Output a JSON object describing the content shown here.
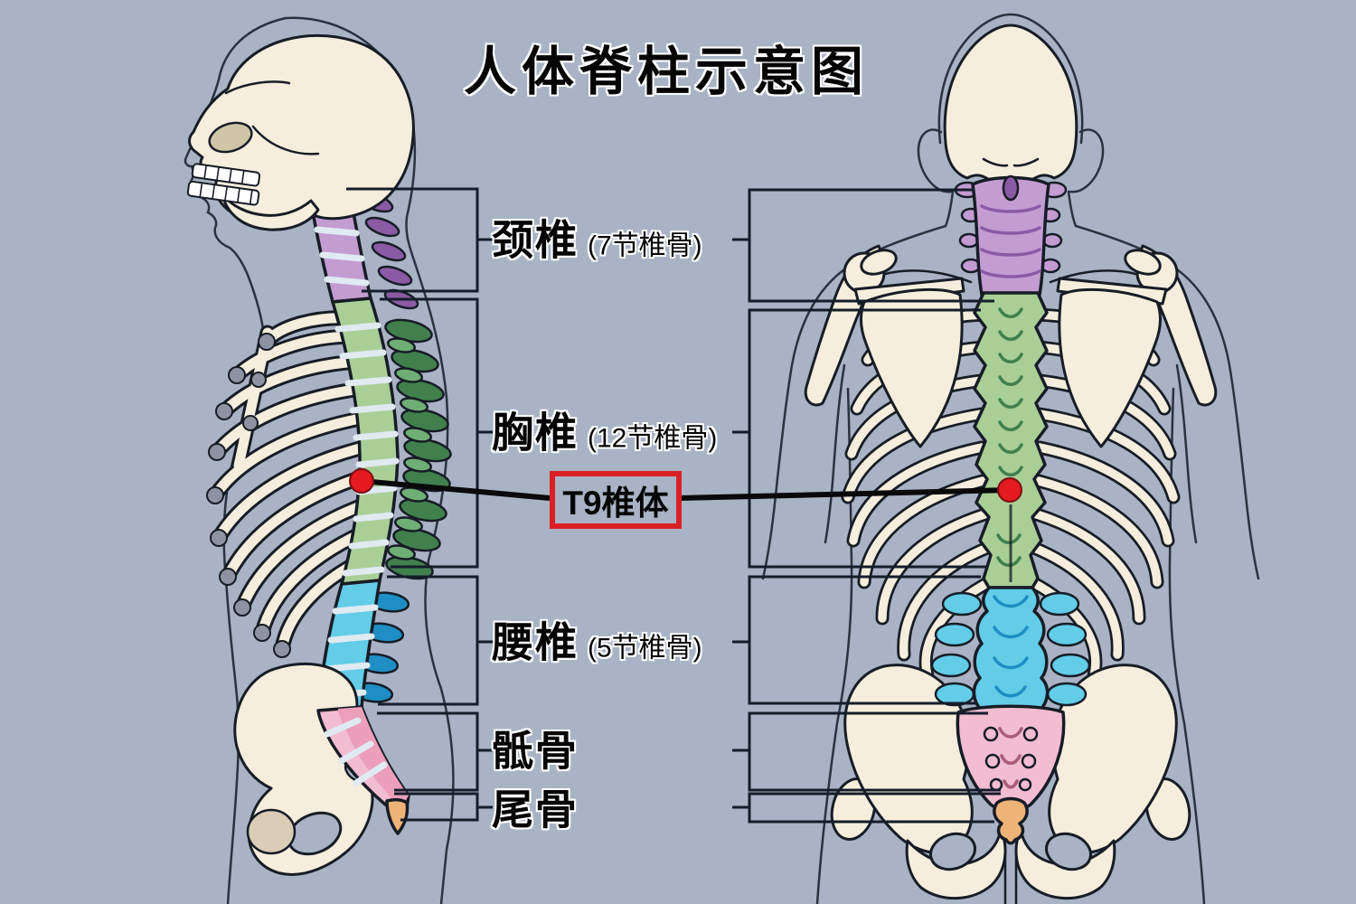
{
  "title": "人体脊柱示意图",
  "marker": {
    "label": "T9椎体",
    "color": "#e31a20",
    "box_color": "#db1f26"
  },
  "regions": {
    "cervical": {
      "label": "颈椎",
      "detail": "(7节椎骨)",
      "color": "#c39cd2",
      "dark": "#8a5ba3"
    },
    "thoracic": {
      "label": "胸椎",
      "detail": "(12节椎骨)",
      "color": "#a9cf97",
      "dark": "#41804d",
      "mid": "#6fae74"
    },
    "lumbar": {
      "label": "腰椎",
      "detail": "(5节椎骨)",
      "color": "#63cde8",
      "dark": "#1f8ec4"
    },
    "sacrum": {
      "label": "骶骨",
      "color": "#f2bcd1",
      "dark": "#ec9fba"
    },
    "coccyx": {
      "label": "尾骨",
      "color": "#eeb377"
    }
  },
  "figures": {
    "left": "lateral-view-skeleton",
    "right": "posterior-view-skeleton"
  },
  "palette": {
    "background": "#a9b3c5",
    "bone": "#f5eedc",
    "bone_shade": "#d9cdb6",
    "rib_gray": "#8d93a3",
    "outline": "#14181f",
    "disc": "#e0eaf1"
  }
}
